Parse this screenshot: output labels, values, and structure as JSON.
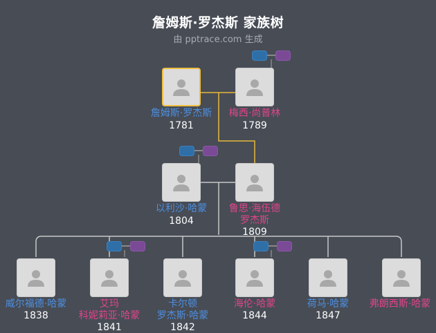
{
  "header": {
    "title": "詹姆斯·罗杰斯 家族树",
    "subtitle": "由 pptrace.com 生成"
  },
  "people": [
    {
      "id": "james",
      "name": "詹姆斯·罗杰斯",
      "year": "1781",
      "gender": "male",
      "selected": true
    },
    {
      "id": "mercy",
      "name": "梅西·尚普林",
      "year": "1789",
      "gender": "female"
    },
    {
      "id": "elisha",
      "name": "以利沙·哈蒙",
      "year": "1804",
      "gender": "male"
    },
    {
      "id": "ruth",
      "name": "鲁思·海伍德",
      "name2": "罗杰斯",
      "year": "1809",
      "gender": "female"
    },
    {
      "id": "wilford",
      "name": "威尔福德·哈蒙",
      "year": "1838",
      "gender": "male"
    },
    {
      "id": "emma",
      "name": "艾玛",
      "name2": "科妮莉亚·哈蒙",
      "year": "1841",
      "gender": "female"
    },
    {
      "id": "carlton",
      "name": "卡尔顿",
      "name2": "罗杰斯·哈蒙",
      "year": "1842",
      "gender": "male"
    },
    {
      "id": "helen",
      "name": "海伦·哈蒙",
      "year": "1844",
      "gender": "female"
    },
    {
      "id": "homer",
      "name": "荷马·哈蒙",
      "year": "1847",
      "gender": "male"
    },
    {
      "id": "frances",
      "name": "弗朗西斯·哈蒙",
      "year": "",
      "gender": "female"
    }
  ],
  "colors": {
    "male": "#4e8fe0",
    "female": "#e0458a",
    "selected_border": "#f0c040",
    "lineage_line": "#e8b83a",
    "family_line": "#c8c8c8",
    "background": "#474c55"
  },
  "icons": {
    "person": "person-silhouette-icon",
    "marriage": "marriage-rings-icon"
  }
}
